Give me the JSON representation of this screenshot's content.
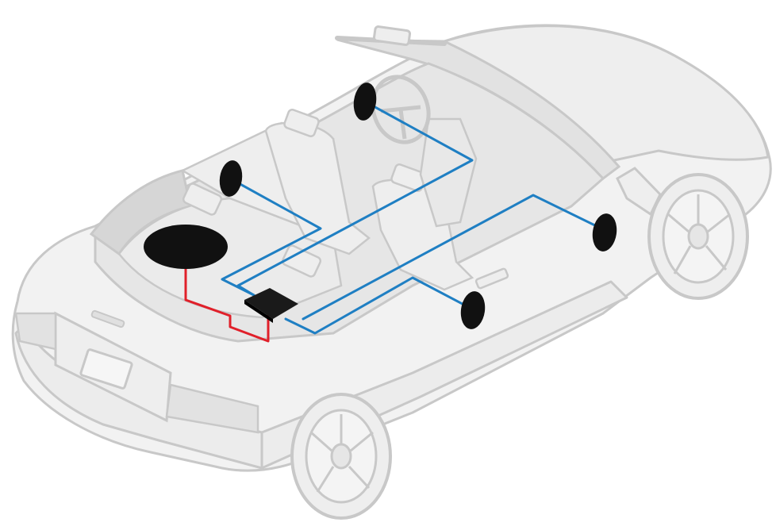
{
  "diagram": {
    "colors": {
      "background": "#ffffff",
      "car_fill": "#f2f2f2",
      "car_stroke": "#c8c8c8",
      "car_shade": "#d6d6d6",
      "speaker": "#111111",
      "speaker_wire": "#1f7fc3",
      "power_wire": "#e0202a",
      "amplifier": "#1a1a1a"
    },
    "components": [
      {
        "id": "subwoofer",
        "kind": "speaker"
      },
      {
        "id": "amplifier",
        "kind": "amplifier"
      },
      {
        "id": "rear-left-speaker",
        "kind": "speaker"
      },
      {
        "id": "front-left-speaker",
        "kind": "speaker"
      },
      {
        "id": "front-right-speaker",
        "kind": "speaker"
      },
      {
        "id": "rear-right-speaker",
        "kind": "speaker"
      }
    ]
  }
}
